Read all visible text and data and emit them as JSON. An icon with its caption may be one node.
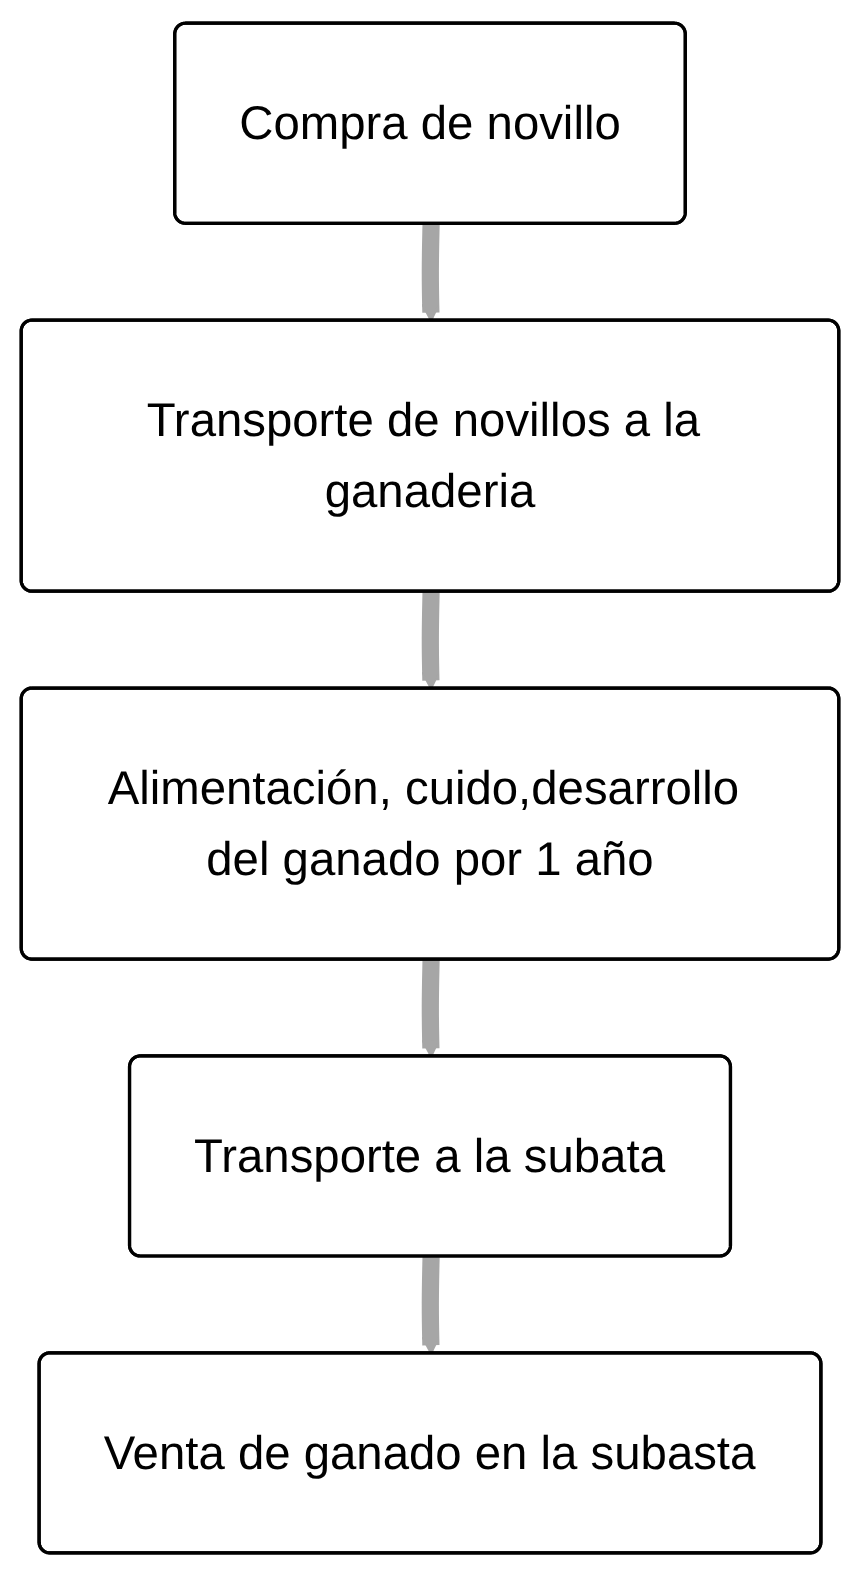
{
  "diagram": {
    "nodes": [
      {
        "text": [
          "Compra de novillo"
        ]
      },
      {
        "text": [
          "Transporte de novillos a la ganaderia"
        ]
      },
      {
        "text": [
          "Alimentación, cuido,desarrollo del ganado por 1 año"
        ]
      },
      {
        "text": [
          "Transporte a la subata"
        ]
      },
      {
        "text": [
          "Venta de ganado en la subasta"
        ]
      }
    ],
    "edges": [
      {
        "from": 0,
        "to": 1,
        "arrow": "to"
      },
      {
        "from": 1,
        "to": 2,
        "arrow": "to"
      },
      {
        "from": 2,
        "to": 3,
        "arrow": "to"
      },
      {
        "from": 3,
        "to": 4,
        "arrow": "to"
      }
    ]
  }
}
